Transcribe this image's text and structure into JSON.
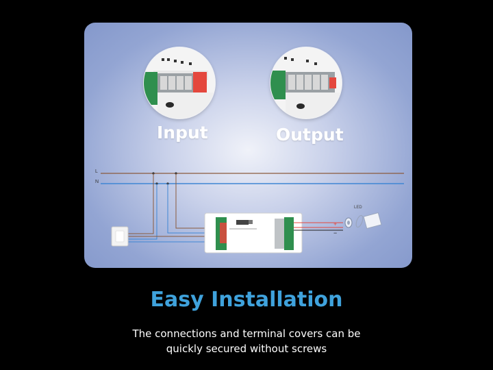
{
  "panel": {
    "input_label": "Input",
    "output_label": "Output",
    "line_l": "L",
    "line_n": "N",
    "led_label": "LED",
    "polarity_plus": "+",
    "polarity_minus": "−"
  },
  "heading": "Easy Installation",
  "caption": {
    "line1": "The connections and terminal covers can be",
    "line2": "quickly secured without screws"
  },
  "colors": {
    "background": "#000000",
    "heading": "#3fa2dc",
    "caption": "#ffffff",
    "wire_live": "#8a5a3c",
    "wire_neutral": "#3f86d4",
    "terminal_red": "#e4473d",
    "terminal_green": "#2f8f4e"
  }
}
